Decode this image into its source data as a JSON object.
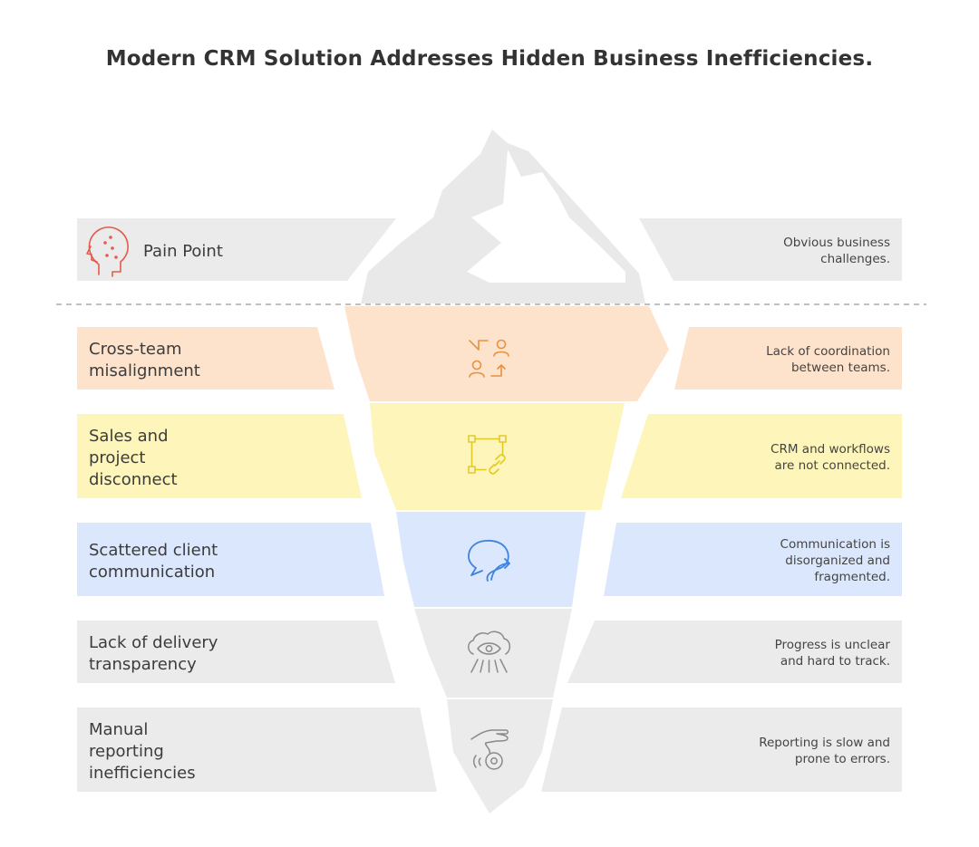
{
  "title": "Modern CRM Solution Addresses Hidden Business Inefficiencies.",
  "surface": {
    "label": "Pain Point",
    "description": "Obvious business\nchallenges.",
    "icon": "head-icon",
    "color": "#e45a4b"
  },
  "layers": [
    {
      "label": "Cross-team\nmisalignment",
      "description": "Lack of coordination\nbetween teams.",
      "icon": "user-exchange-icon",
      "color": "#fde2cc",
      "icon_color": "#e8913f"
    },
    {
      "label": "Sales and\nproject\ndisconnect",
      "description": "CRM and workflows\nare not connected.",
      "icon": "linked-nodes-icon",
      "color": "#fef5ba",
      "icon_color": "#e2c928"
    },
    {
      "label": "Scattered client\ncommunication",
      "description": "Communication is\ndisorganized and\nfragmented.",
      "icon": "chat-reply-icon",
      "color": "#dbe7fc",
      "icon_color": "#3f82e0"
    },
    {
      "label": "Lack of delivery\ntransparency",
      "description": "Progress is unclear\nand hard to track.",
      "icon": "eye-cloud-icon",
      "color": "#ebebeb",
      "icon_color": "#8a8a8a"
    },
    {
      "label": "Manual\nreporting\ninefficiencies",
      "description": "Reporting is slow and\nprone to errors.",
      "icon": "hand-touch-icon",
      "color": "#ebebeb",
      "icon_color": "#8a8a8a"
    }
  ]
}
